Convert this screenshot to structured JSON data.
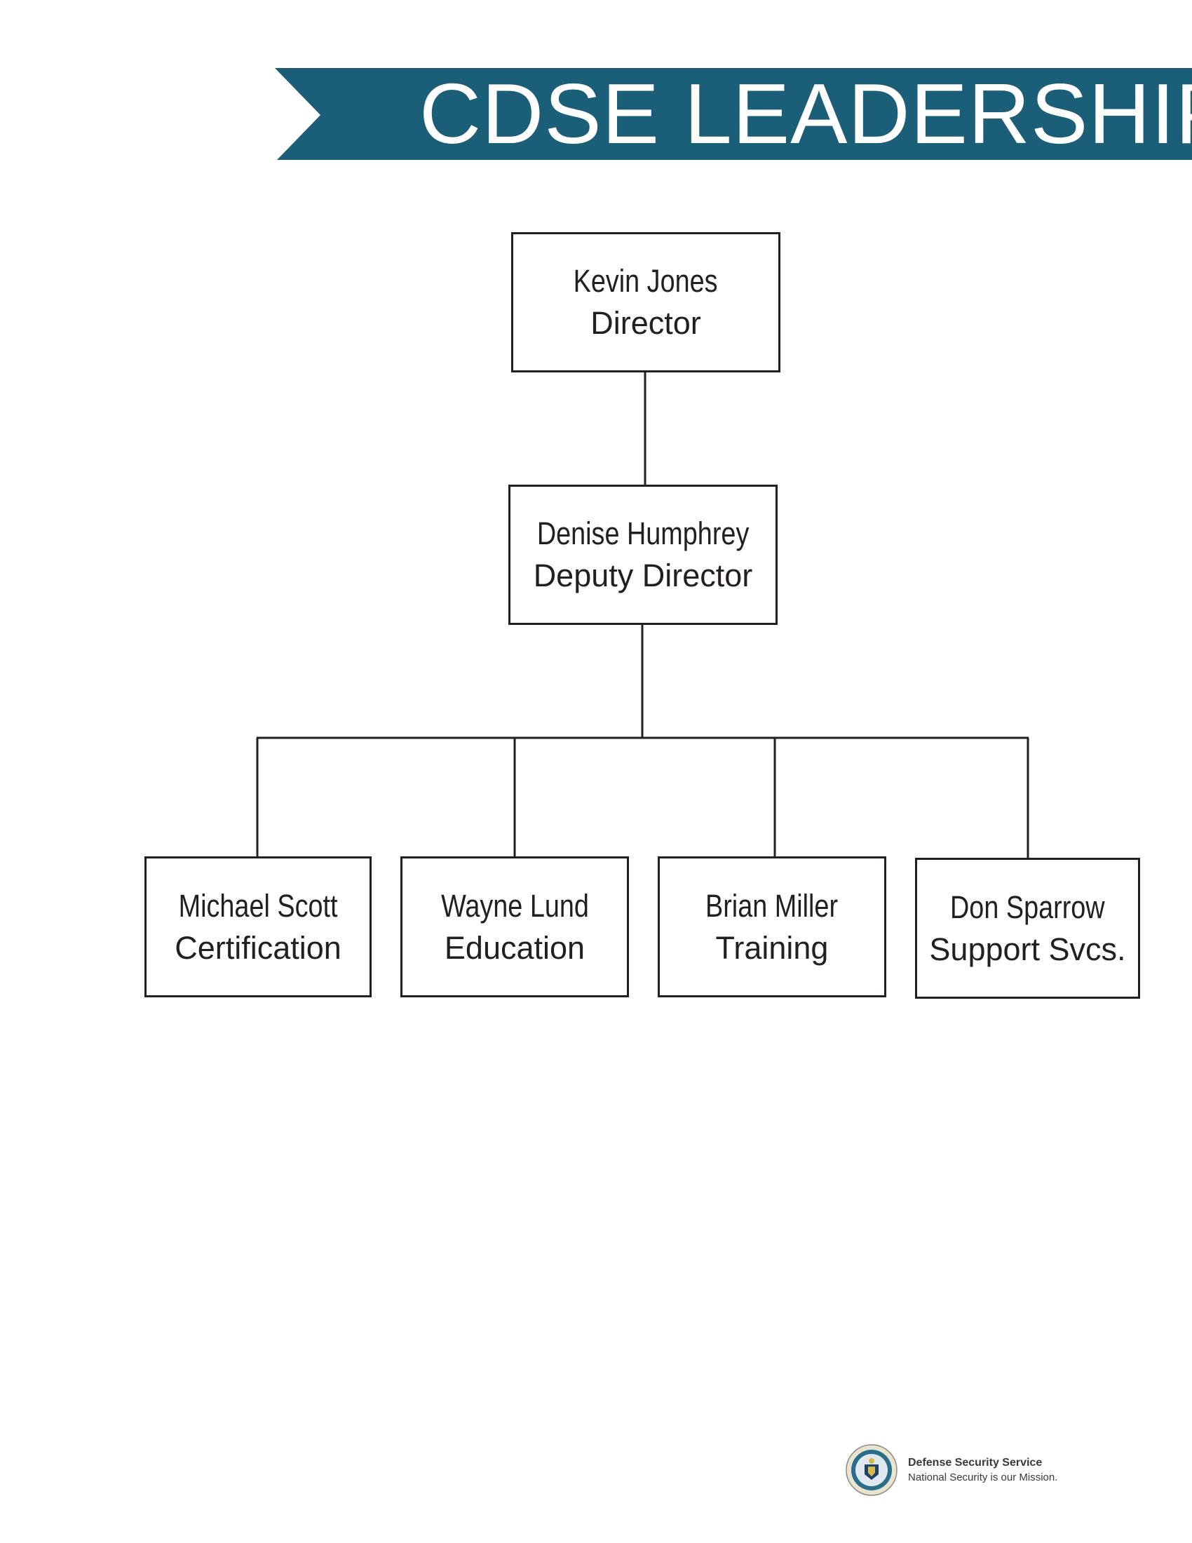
{
  "banner": {
    "title": "CDSE LEADERSHIP",
    "color": "#1b5e78"
  },
  "org_chart": {
    "director": {
      "name": "Kevin Jones",
      "role": "Director"
    },
    "deputy": {
      "name": "Denise Humphrey",
      "role": "Deputy Director"
    },
    "divisions": [
      {
        "name": "Michael Scott",
        "role": "Certification"
      },
      {
        "name": "Wayne Lund",
        "role": "Education"
      },
      {
        "name": "Brian Miller",
        "role": "Training"
      },
      {
        "name": "Don Sparrow",
        "role": "Support Svcs."
      }
    ]
  },
  "footer": {
    "org": "Defense Security Service",
    "motto": "National Security is our Mission.",
    "seal_icon": "dss-seal-icon"
  }
}
